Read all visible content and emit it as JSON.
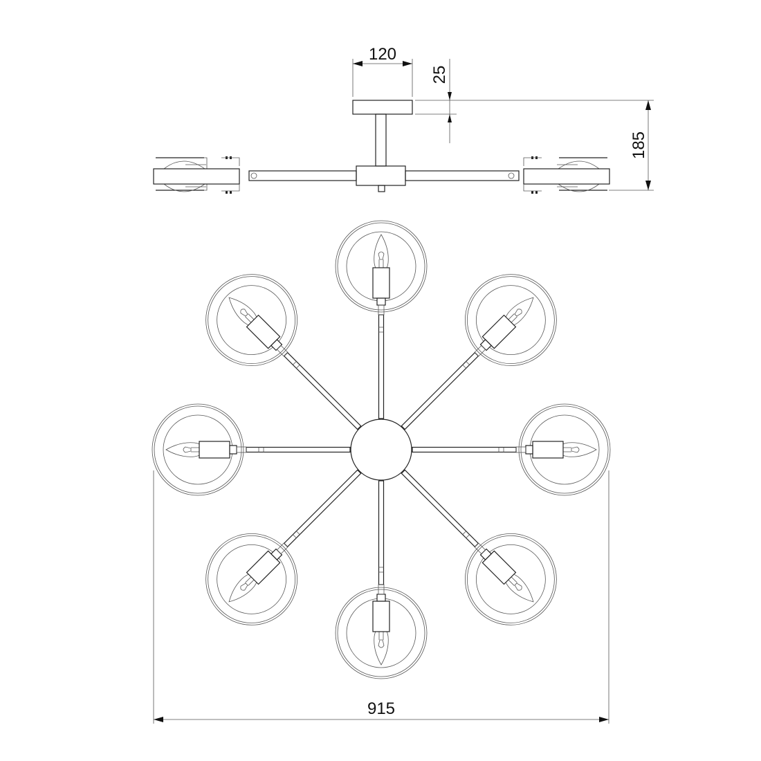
{
  "dimensions": {
    "plate_width": "120",
    "plate_height": "25",
    "total_height": "185",
    "total_width": "915"
  },
  "drawing": {
    "views": [
      "side-view",
      "top-view"
    ],
    "lamp_count": 8,
    "line_color": "#222222",
    "background": "#ffffff"
  }
}
